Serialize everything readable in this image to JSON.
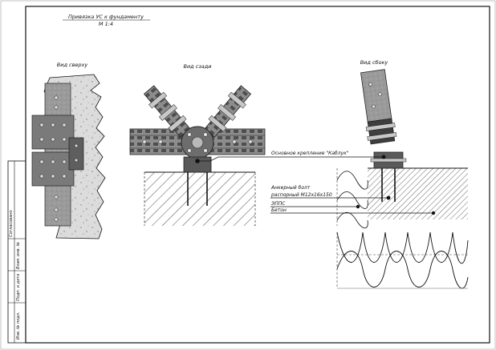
{
  "title": "Привязка УС к фундаменту",
  "scale": "М 1:4",
  "views": {
    "top": "Вид сверху",
    "back": "Вид сзади",
    "side": "Вид сбоку"
  },
  "callouts": {
    "main_mount": "Основное крепление \"Каблук\"",
    "anchor_line1": "Анкерный болт",
    "anchor_line2": "распорный М12х16х150",
    "insulation": "ЭППС",
    "concrete": "Бетон"
  },
  "stamp": {
    "agreed": "Согласовано",
    "replaced_inv": "Взам. инв. №",
    "sign_date": "Подп. и дата",
    "inv_orig": "Инв. № подл."
  }
}
